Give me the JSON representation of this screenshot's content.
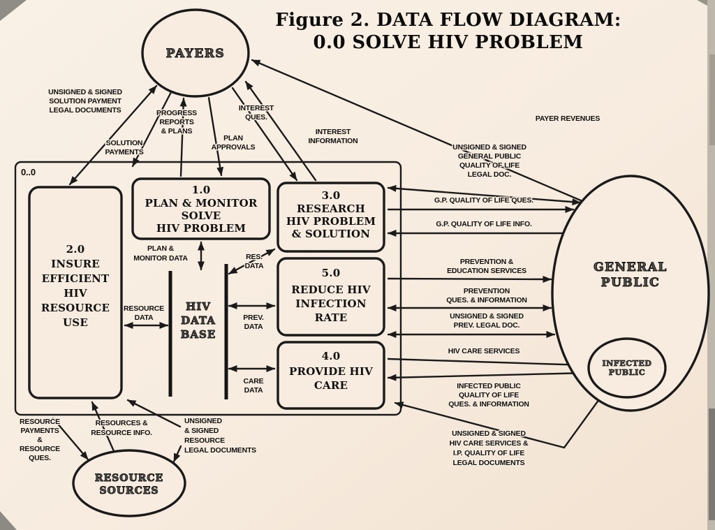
{
  "figure": {
    "title_line1": "Figure 2. DATA FLOW DIAGRAM:",
    "title_line2": "0.0 SOLVE HIV PROBLEM"
  },
  "boundary": {
    "label": "0..0"
  },
  "entities": {
    "payers": {
      "l1": "PAYERS"
    },
    "general_public": {
      "l1": "GENERAL",
      "l2": "PUBLIC"
    },
    "infected_public": {
      "l1": "INFECTED",
      "l2": "PUBLIC"
    },
    "resource_sources": {
      "l1": "RESOURCE",
      "l2": "SOURCES"
    }
  },
  "processes": {
    "p1": {
      "id": "1.0",
      "l1": "PLAN & MONITOR",
      "l2": "SOLVE",
      "l3": "HIV PROBLEM"
    },
    "p2": {
      "id": "2.0",
      "l1": "INSURE",
      "l2": "EFFICIENT",
      "l3": "HIV",
      "l4": "RESOURCE",
      "l5": "USE"
    },
    "p3": {
      "id": "3.0",
      "l1": "RESEARCH",
      "l2": "HIV PROBLEM",
      "l3": "& SOLUTION"
    },
    "p5": {
      "id": "5.0",
      "l1": "REDUCE HIV",
      "l2": "INFECTION",
      "l3": "RATE"
    },
    "p4": {
      "id": "4.0",
      "l1": "PROVIDE HIV",
      "l2": "CARE"
    }
  },
  "datastore": {
    "l1": "HIV",
    "l2": "DATA",
    "l3": "BASE"
  },
  "flows": {
    "solution_docs": {
      "l1": "UNSIGNED & SIGNED",
      "l2": "SOLUTION PAYMENT",
      "l3": "LEGAL DOCUMENTS"
    },
    "solution_payments": {
      "l1": "SOLUTION",
      "l2": "PAYMENTS"
    },
    "progress_reports": {
      "l1": "PROGRESS",
      "l2": "REPORTS",
      "l3": "& PLANS"
    },
    "plan_approvals": {
      "l1": "PLAN",
      "l2": "APPROVALS"
    },
    "interest_ques": {
      "l1": "INTEREST",
      "l2": "QUES."
    },
    "interest_info": {
      "l1": "INTEREST",
      "l2": "INFORMATION"
    },
    "payer_revenues": {
      "l1": "PAYER REVENUES"
    },
    "gp_legal_docs": {
      "l1": "UNSIGNED & SIGNED",
      "l2": "GENERAL PUBLIC",
      "l3": "QUALITY OF LIFE",
      "l4": "LEGAL DOC."
    },
    "gp_ques": {
      "l1": "G.P. QUALITY OF LIFE QUES."
    },
    "gp_info": {
      "l1": "G.P. QUALITY OF LIFE INFO."
    },
    "prevention_services": {
      "l1": "PREVENTION &",
      "l2": "EDUCATION SERVICES"
    },
    "prevention_ques": {
      "l1": "PREVENTION",
      "l2": "QUES. & INFORMATION"
    },
    "prev_legal_docs": {
      "l1": "UNSIGNED & SIGNED",
      "l2": "PREV. LEGAL DOC."
    },
    "hiv_care_services": {
      "l1": "HIV CARE SERVICES"
    },
    "infected_qol": {
      "l1": "INFECTED PUBLIC",
      "l2": "QUALITY OF LIFE",
      "l3": "QUES. & INFORMATION"
    },
    "care_legal_docs": {
      "l1": "UNSIGNED & SIGNED",
      "l2": "HIV CARE SERVICES &",
      "l3": "I.P. QUALITY OF LIFE",
      "l4": "LEGAL DOCUMENTS"
    },
    "resource_payments": {
      "l1": "RESOURCE",
      "l2": "PAYMENTS",
      "l3": "&",
      "l4": "RESOURCE",
      "l5": "QUES."
    },
    "resources_info": {
      "l1": "RESOURCES &",
      "l2": "RESOURCE INFO."
    },
    "resource_legal_docs": {
      "l1": "UNSIGNED",
      "l2": "& SIGNED",
      "l3": "RESOURCE",
      "l4": "LEGAL DOCUMENTS"
    },
    "plan_monitor_data": {
      "l1": "PLAN &",
      "l2": "MONITOR DATA"
    },
    "resource_data": {
      "l1": "RESOURCE",
      "l2": "DATA"
    },
    "res_data": {
      "l1": "RES.",
      "l2": "DATA"
    },
    "prev_data": {
      "l1": "PREV.",
      "l2": "DATA"
    },
    "care_data": {
      "l1": "CARE",
      "l2": "DATA"
    }
  },
  "colors": {
    "paper": "#f7ecdf",
    "ink": "#1a1a1a"
  }
}
